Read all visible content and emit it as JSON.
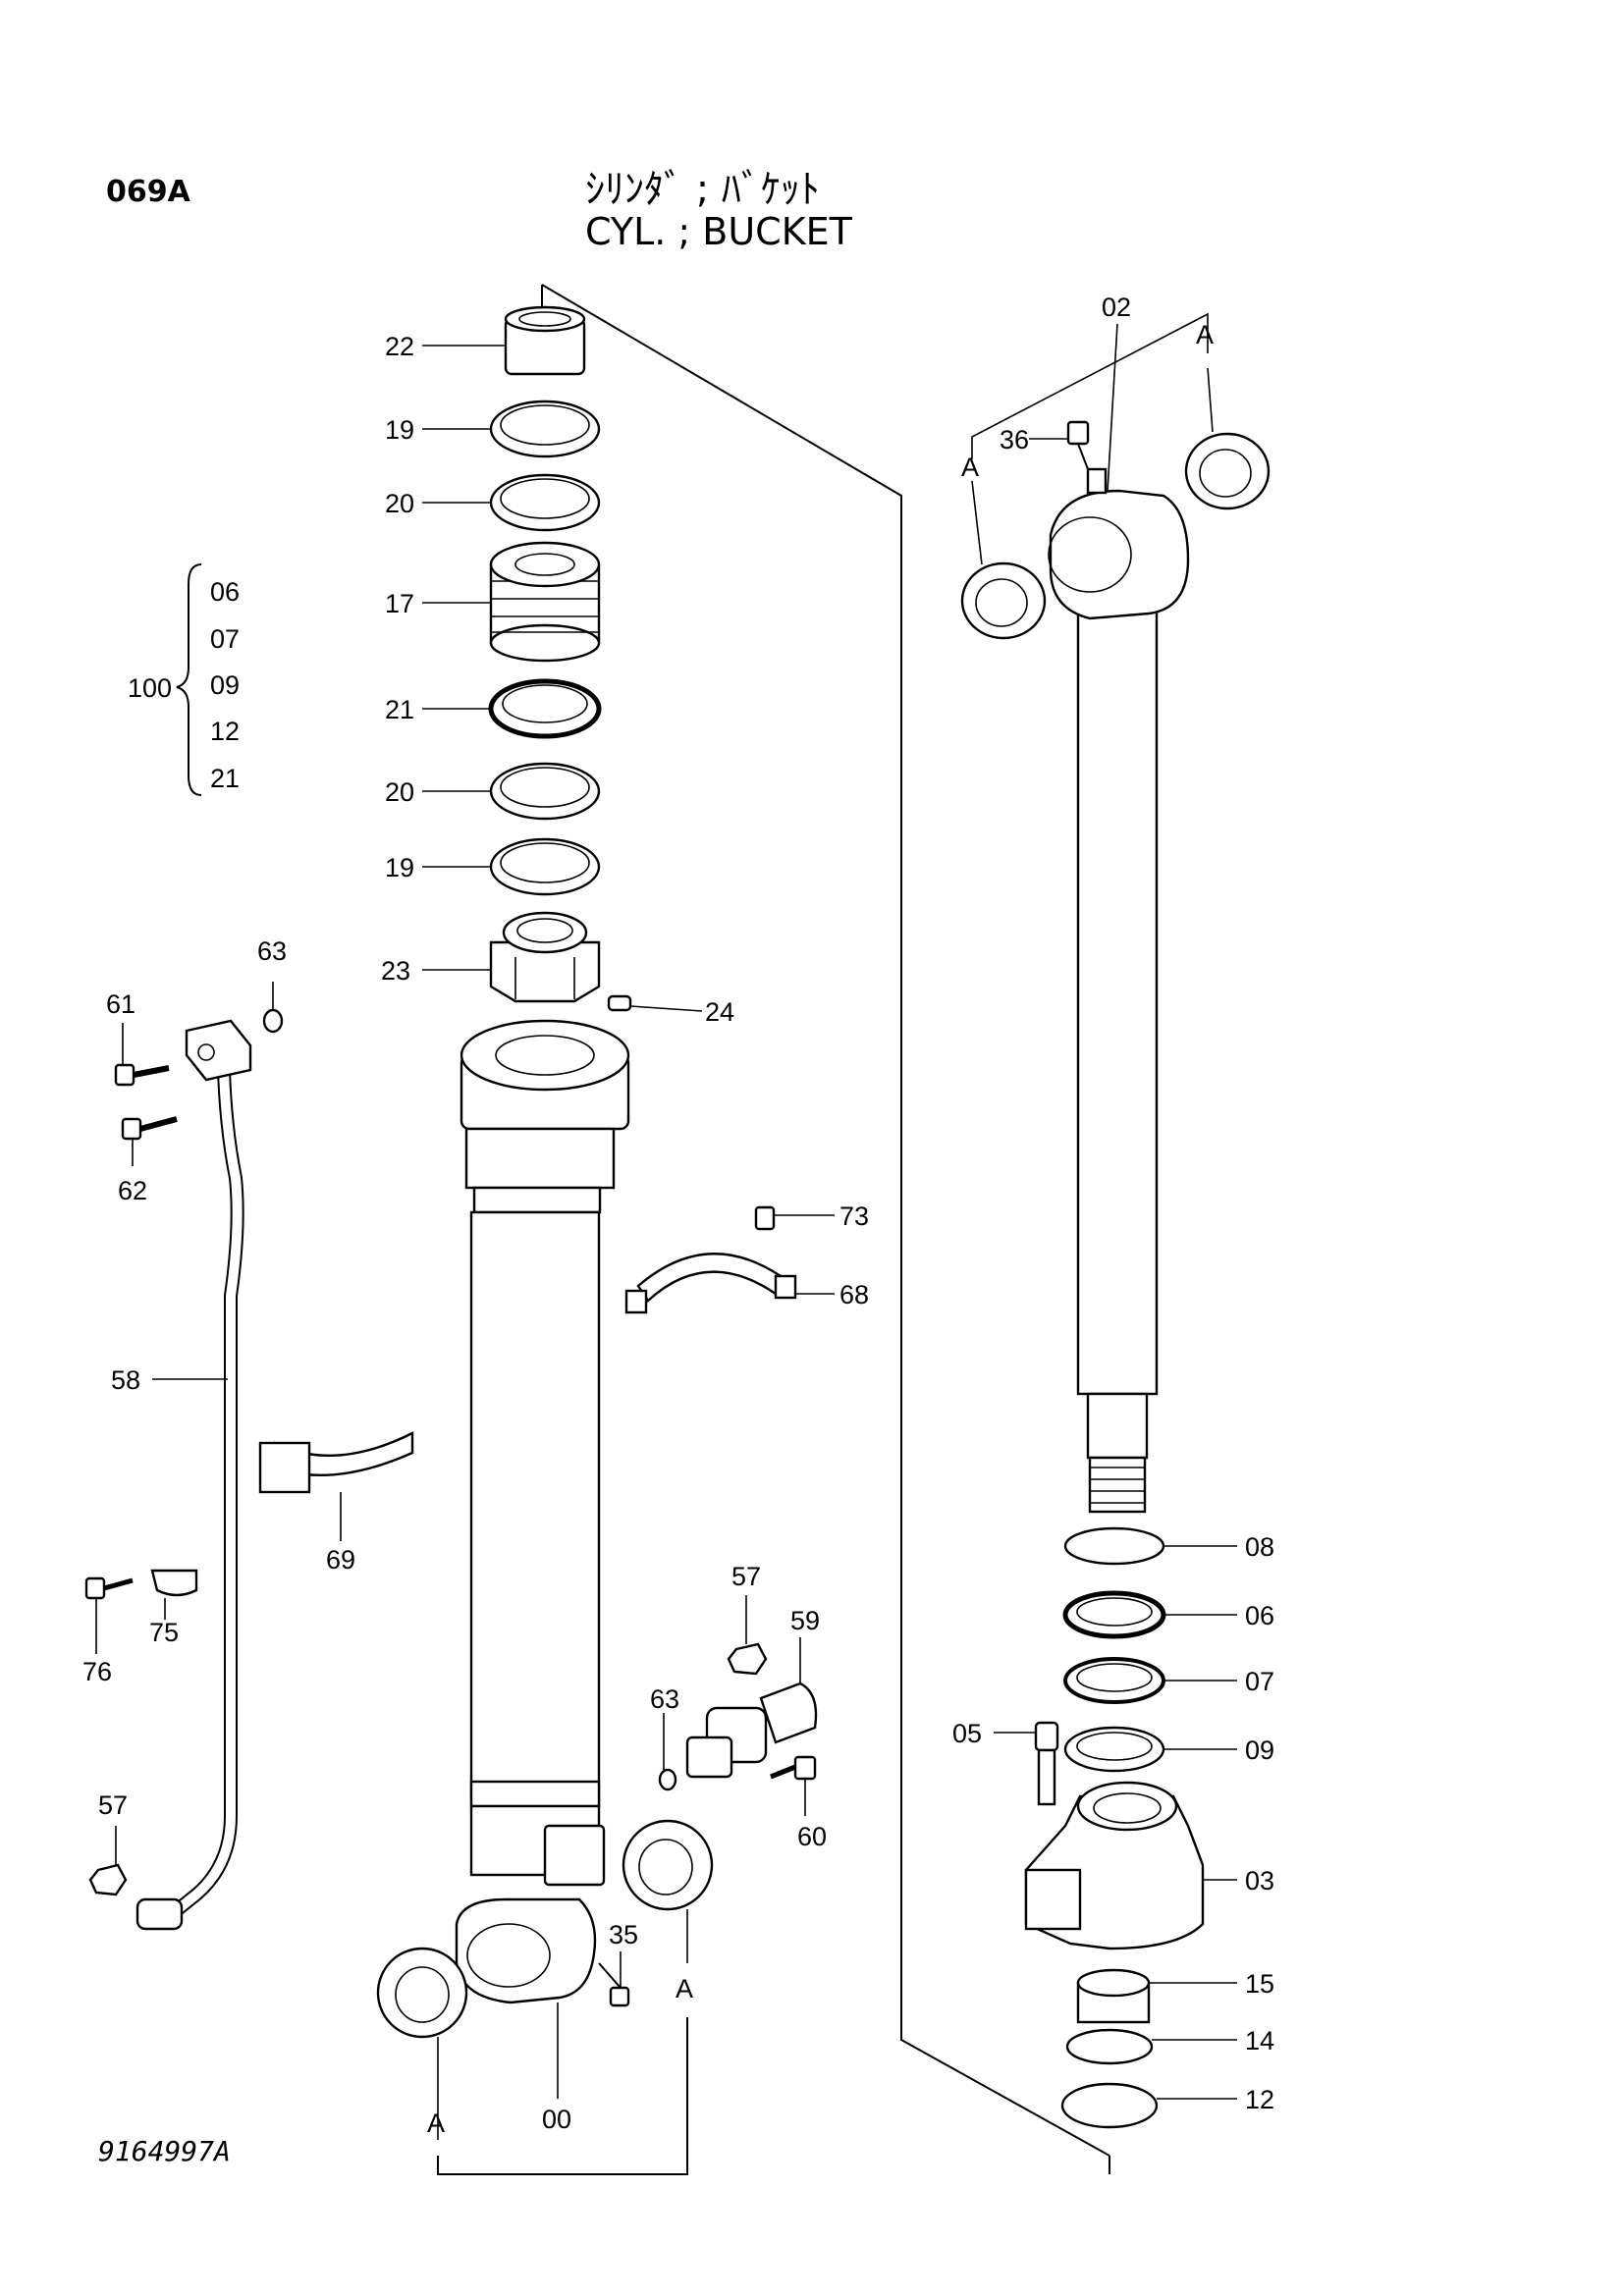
{
  "header": {
    "page_code": "069A",
    "title_jp": "ｼﾘﾝﾀﾞ ; ﾊﾞｹｯﾄ",
    "title_en": "CYL. ; BUCKET",
    "doc_number": "9164997A"
  },
  "kit": {
    "number": "100",
    "members": [
      "06",
      "07",
      "09",
      "12",
      "21"
    ]
  },
  "labels": {
    "p22": "22",
    "p19a": "19",
    "p20a": "20",
    "p17": "17",
    "p21": "21",
    "p20b": "20",
    "p19b": "19",
    "p23": "23",
    "p24": "24",
    "p63a": "63",
    "p61": "61",
    "p62": "62",
    "p58": "58",
    "p69": "69",
    "p76": "76",
    "p75": "75",
    "p57a": "57",
    "p73": "73",
    "p68": "68",
    "p57b": "57",
    "p59": "59",
    "p63b": "63",
    "p60": "60",
    "p35": "35",
    "p00": "00",
    "pA1": "A",
    "pA2": "A",
    "p02": "02",
    "pA3": "A",
    "pA4": "A",
    "p36": "36",
    "p08": "08",
    "p06": "06",
    "p07": "07",
    "p05": "05",
    "p09": "09",
    "p03": "03",
    "p15": "15",
    "p14": "14",
    "p12": "12"
  }
}
